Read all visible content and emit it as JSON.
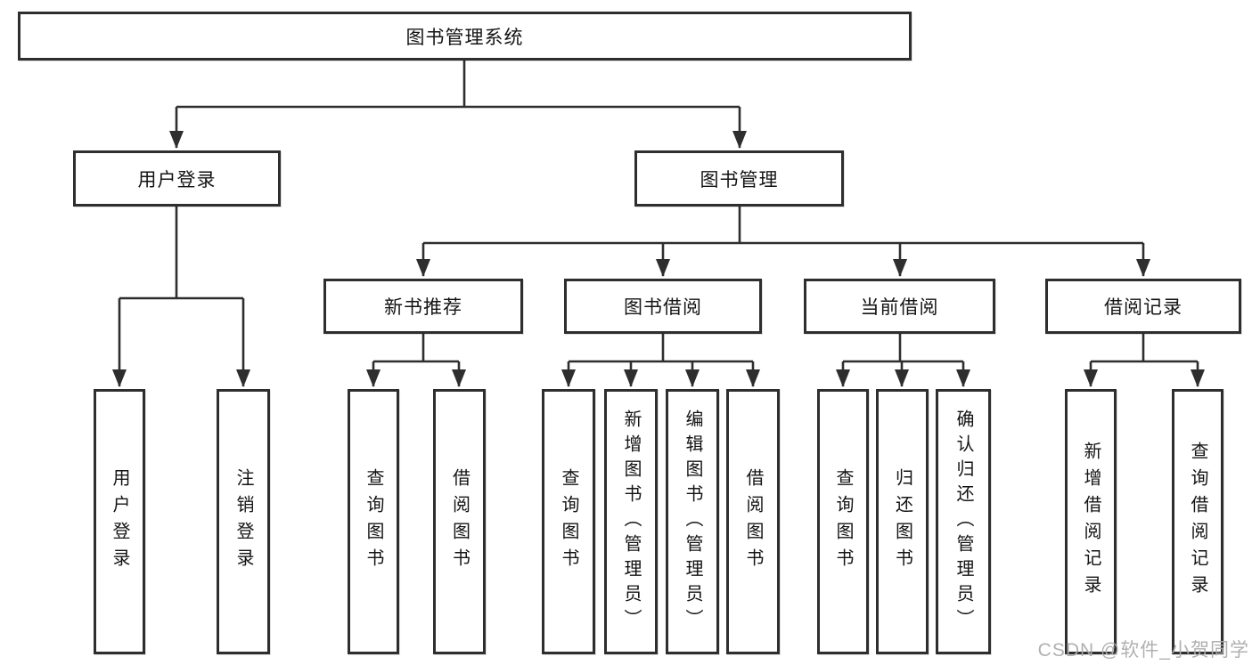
{
  "tree": {
    "label": "图书管理系统",
    "children": [
      {
        "label": "用户登录",
        "children": [
          {
            "label": "用户登录"
          },
          {
            "label": "注销登录"
          }
        ]
      },
      {
        "label": "图书管理",
        "children": [
          {
            "label": "新书推荐",
            "children": [
              {
                "label": "查询图书"
              },
              {
                "label": "借阅图书"
              }
            ]
          },
          {
            "label": "图书借阅",
            "children": [
              {
                "label": "查询图书"
              },
              {
                "label": "新增图书（管理员）"
              },
              {
                "label": "编辑图书（管理员）"
              },
              {
                "label": "借阅图书"
              }
            ]
          },
          {
            "label": "当前借阅",
            "children": [
              {
                "label": "查询图书"
              },
              {
                "label": "归还图书"
              },
              {
                "label": "确认归还（管理员）"
              }
            ]
          },
          {
            "label": "借阅记录",
            "children": [
              {
                "label": "新增借阅记录"
              },
              {
                "label": "查询借阅记录"
              }
            ]
          }
        ]
      }
    ]
  },
  "watermark": "CSDN @软件_小贺同学",
  "colors": {
    "line": "#2e2e2e",
    "box_border": "#2e2e2e",
    "text": "#141414",
    "watermark": "#acacac"
  }
}
